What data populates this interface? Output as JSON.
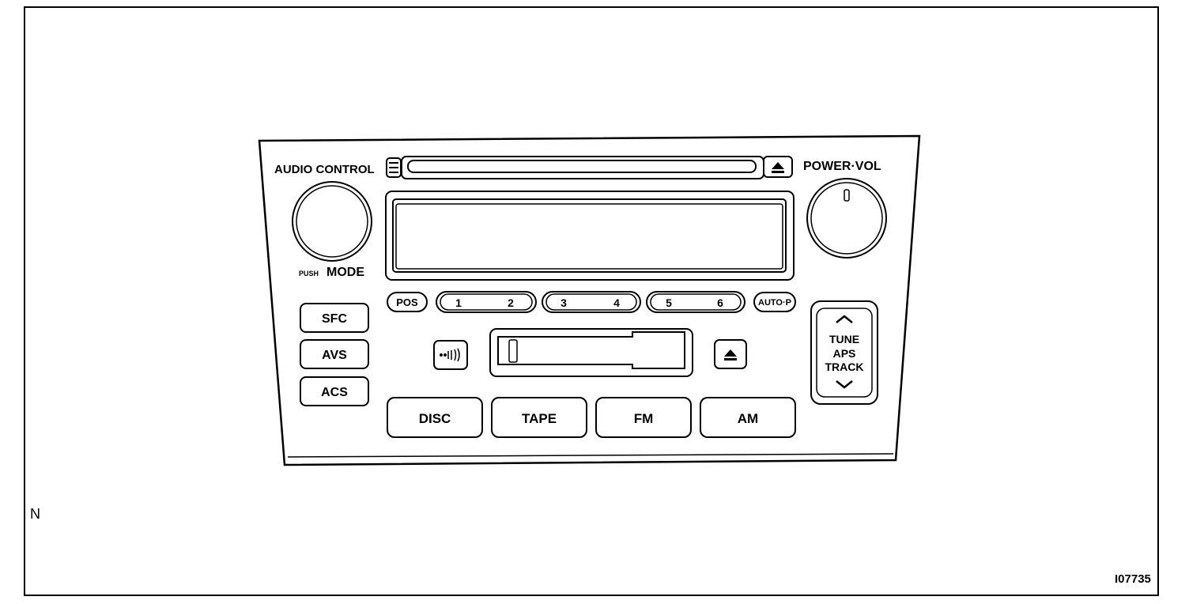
{
  "figure_id": "I07735",
  "corner_letter": "N",
  "labels": {
    "audio_control": "AUDIO CONTROL",
    "power_vol": "POWER·VOL",
    "push": "PUSH",
    "mode": "MODE"
  },
  "preset_row": {
    "pos": "POS",
    "preset_1": "1",
    "preset_2": "2",
    "preset_3": "3",
    "preset_4": "4",
    "preset_5": "5",
    "preset_6": "6",
    "auto_p": "AUTO·P"
  },
  "sound_buttons": {
    "sfc": "SFC",
    "avs": "AVS",
    "acs": "ACS"
  },
  "tune_rocker": {
    "line1": "TUNE",
    "line2": "APS",
    "line3": "TRACK"
  },
  "source_buttons": {
    "disc": "DISC",
    "tape": "TAPE",
    "fm": "FM",
    "am": "AM"
  },
  "icons": {
    "disc_eject": "eject-icon",
    "tape_eject": "eject-icon",
    "tape_program": "tape-program-icon",
    "tune_up": "chevron-up-icon",
    "tune_down": "chevron-down-icon"
  },
  "colors": {
    "line": "#000000",
    "background": "#ffffff"
  }
}
